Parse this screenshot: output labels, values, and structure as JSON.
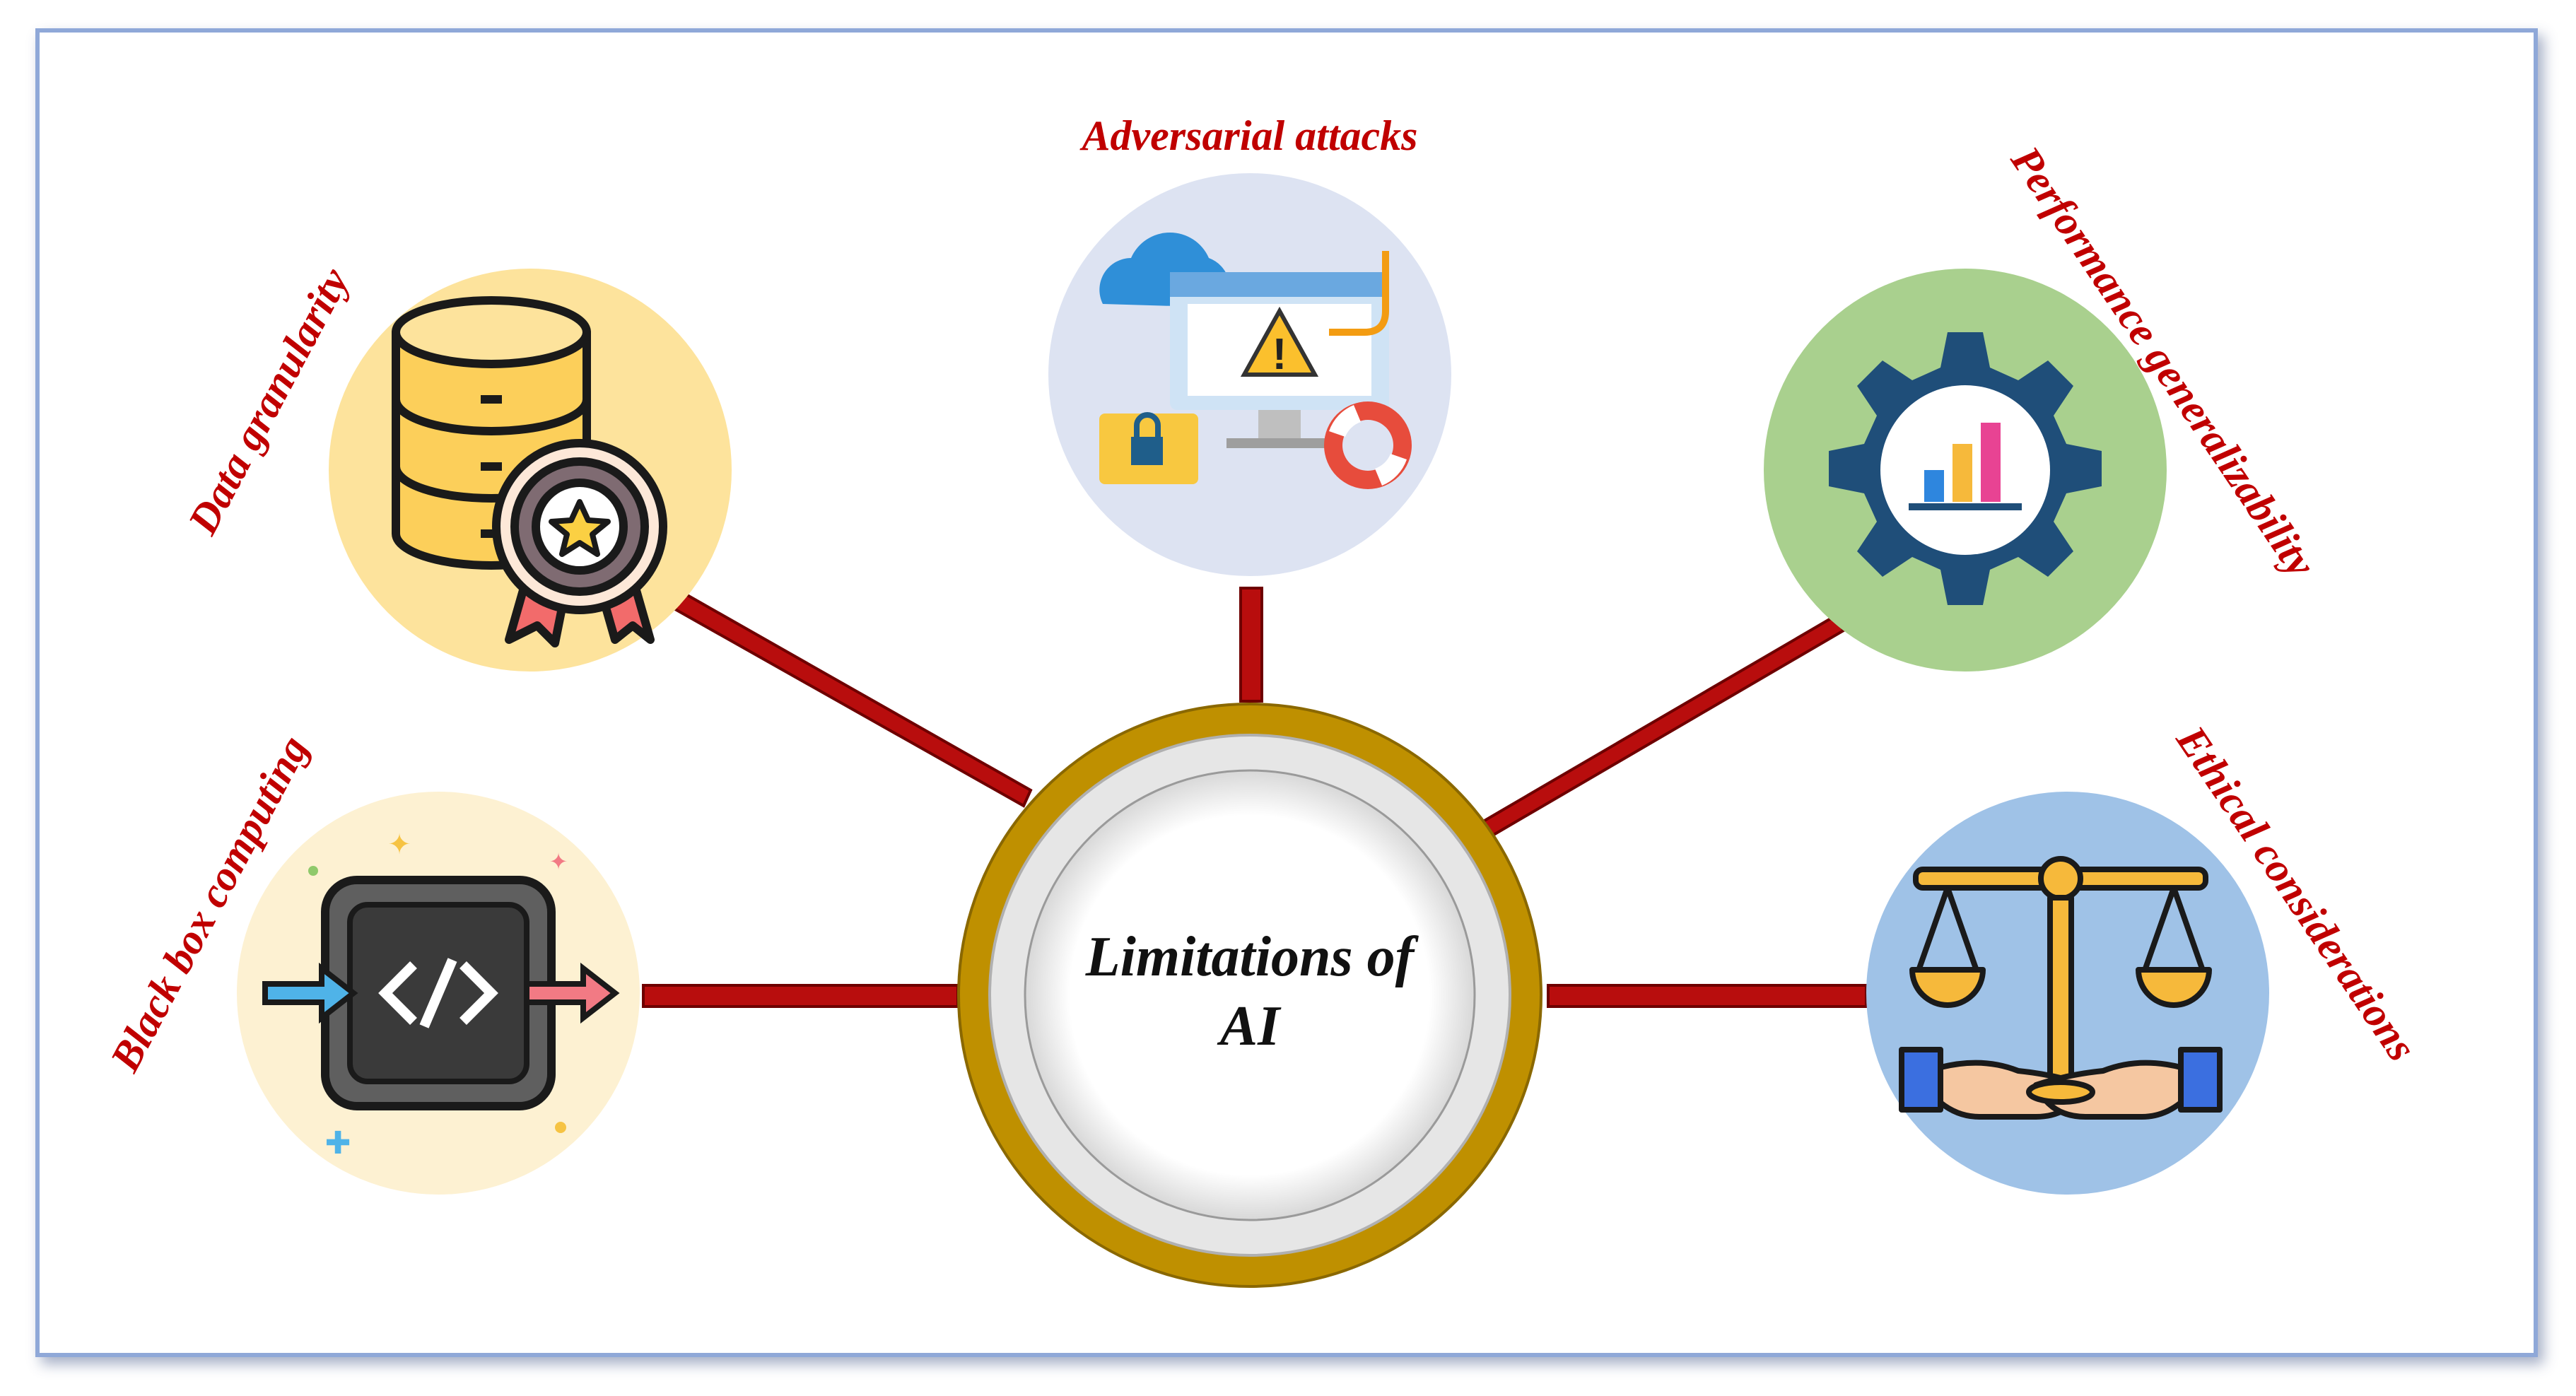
{
  "center": {
    "line1": "Limitations of",
    "line2": "AI"
  },
  "nodes": [
    {
      "id": "data-granularity",
      "label": "Data granularity",
      "icon": "database-award-icon",
      "bg": "#fde39c"
    },
    {
      "id": "adversarial-attacks",
      "label": "Adversarial attacks",
      "icon": "computer-warning-icon",
      "bg": "#dde3f2"
    },
    {
      "id": "performance-generalizability",
      "label": "Performance generalizability",
      "icon": "gear-chart-icon",
      "bg": "#a9d08e"
    },
    {
      "id": "black-box-computing",
      "label": "Black box computing",
      "icon": "code-box-icon",
      "bg": "#fdf1d2"
    },
    {
      "id": "ethical-considerations",
      "label": "Ethical considerations",
      "icon": "scales-hands-icon",
      "bg": "#9fc2e7"
    }
  ],
  "colors": {
    "connector": "#b80d0d",
    "ring": "#bf9000",
    "label": "#c00000",
    "frame": "#8fa8d8"
  }
}
